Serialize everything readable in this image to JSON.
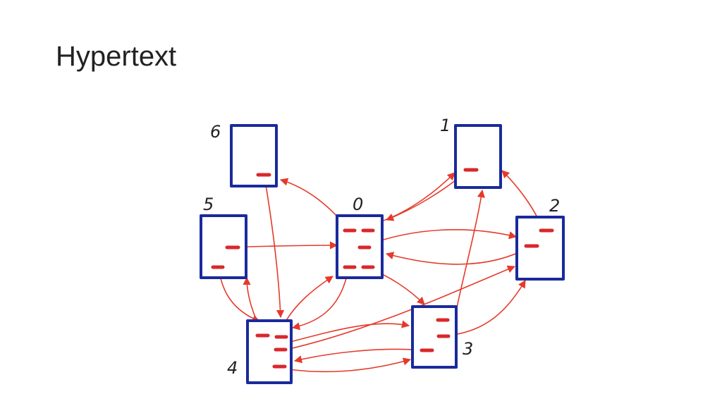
{
  "slide": {
    "title": "Hypertext"
  },
  "diagram": {
    "colors": {
      "page_border": "#1a2a9c",
      "link_anchor": "#d9282b",
      "link_arrow": "#e53a2a",
      "label": "#222222"
    },
    "pages": [
      {
        "id": "page-0",
        "label": "0"
      },
      {
        "id": "page-1",
        "label": "1"
      },
      {
        "id": "page-2",
        "label": "2"
      },
      {
        "id": "page-3",
        "label": "3"
      },
      {
        "id": "page-4",
        "label": "4"
      },
      {
        "id": "page-5",
        "label": "5"
      },
      {
        "id": "page-6",
        "label": "6"
      }
    ],
    "links": [
      {
        "from": "0",
        "to": "6"
      },
      {
        "from": "0",
        "to": "1"
      },
      {
        "from": "1",
        "to": "0"
      },
      {
        "from": "0",
        "to": "2"
      },
      {
        "from": "2",
        "to": "0"
      },
      {
        "from": "2",
        "to": "1"
      },
      {
        "from": "0",
        "to": "3"
      },
      {
        "from": "0",
        "to": "4"
      },
      {
        "from": "4",
        "to": "0"
      },
      {
        "from": "5",
        "to": "0"
      },
      {
        "from": "5",
        "to": "4"
      },
      {
        "from": "4",
        "to": "5"
      },
      {
        "from": "6",
        "to": "4"
      },
      {
        "from": "4",
        "to": "2"
      },
      {
        "from": "4",
        "to": "3"
      },
      {
        "from": "3",
        "to": "4"
      },
      {
        "from": "3",
        "to": "1"
      },
      {
        "from": "3",
        "to": "2"
      }
    ]
  }
}
